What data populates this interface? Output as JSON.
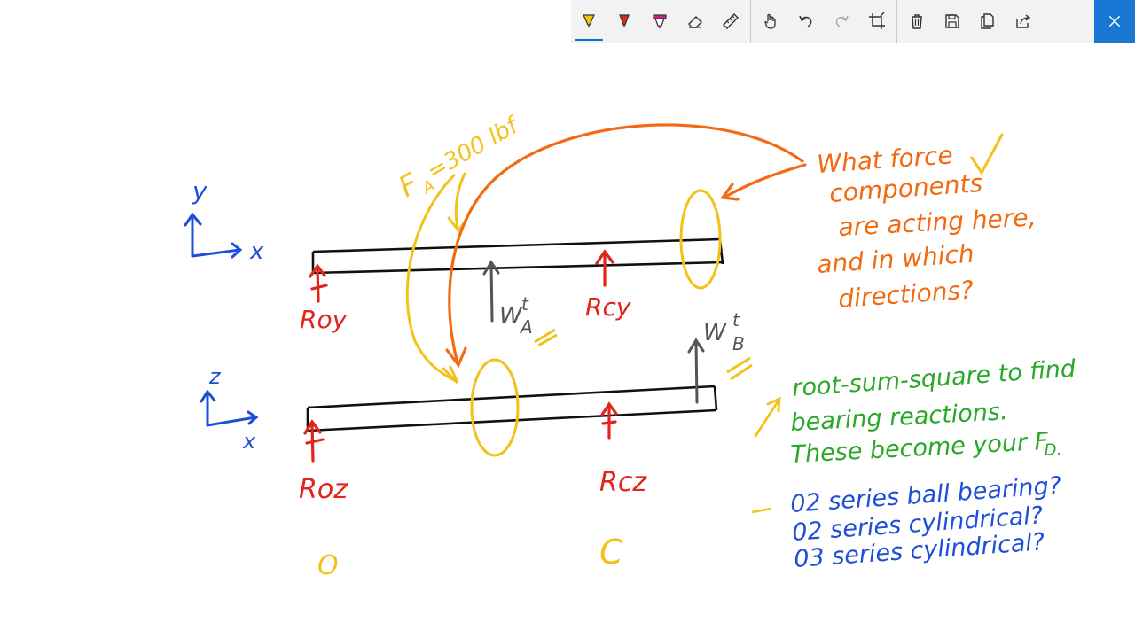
{
  "toolbar": {
    "tools": [
      {
        "id": "ballpoint-pen",
        "icon": "ballpoint-pen-icon",
        "color": "#f5c400",
        "active": true
      },
      {
        "id": "pencil",
        "icon": "pencil-icon",
        "color": "#d62a2a"
      },
      {
        "id": "highlighter",
        "icon": "highlighter-icon",
        "color": "#d0208a"
      },
      {
        "id": "eraser",
        "icon": "eraser-icon"
      },
      {
        "id": "ruler",
        "icon": "ruler-icon"
      },
      {
        "id": "touch-writing",
        "icon": "touch-hand-icon"
      },
      {
        "id": "undo",
        "icon": "undo-icon"
      },
      {
        "id": "redo",
        "icon": "redo-icon",
        "disabled": true
      },
      {
        "id": "crop",
        "icon": "crop-icon"
      },
      {
        "id": "delete",
        "icon": "trash-icon"
      },
      {
        "id": "save",
        "icon": "save-icon"
      },
      {
        "id": "copy",
        "icon": "copy-icon"
      },
      {
        "id": "share",
        "icon": "share-icon"
      },
      {
        "id": "close",
        "icon": "close-icon"
      }
    ],
    "accent": "#1976d2"
  },
  "diagram": {
    "top_axes": {
      "vertical": "y",
      "horizontal": "x"
    },
    "bottom_axes": {
      "vertical": "z",
      "horizontal": "x"
    },
    "labels": {
      "force_a": "F",
      "force_a_sub": "A",
      "force_a_value": "=300 lbf",
      "roy": "Roy",
      "rcy": "Rcy",
      "roz": "Roz",
      "rcz": "Rcz",
      "wta": "W",
      "wta_sup": "t",
      "wta_sub": "A",
      "wtb": "W",
      "wtb_sup": "t",
      "wtb_sub": "B",
      "point_o": "O",
      "point_c": "C"
    },
    "question_orange": [
      "What force",
      "components",
      "are acting here,",
      "and in which",
      "directions?"
    ],
    "note_green": [
      "root-sum-square to find",
      "bearing reactions.",
      "These become your F",
      "D."
    ],
    "note_blue": [
      "02 series ball bearing?",
      "02 series cylindrical?",
      "03 series cylindrical?"
    ],
    "colors": {
      "blue": "#1f4fd8",
      "red": "#e3241b",
      "yellow": "#f2c21a",
      "orange": "#f26b12",
      "green": "#2aa82a",
      "gray": "#555555",
      "black": "#111111"
    }
  }
}
